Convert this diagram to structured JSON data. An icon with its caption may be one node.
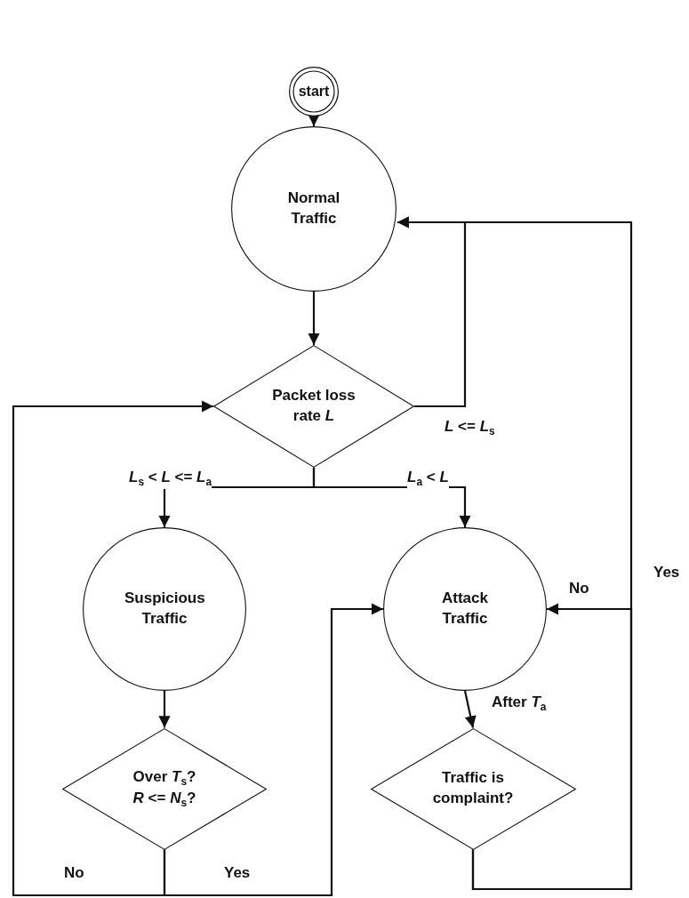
{
  "diagram": {
    "nodes": [
      {
        "text": [
          "start"
        ]
      },
      {
        "text": [
          "Normal Traffic"
        ]
      },
      {
        "text": [
          "Packet loss rate *L*"
        ]
      },
      {
        "text": [
          "Suspicious Traffic"
        ]
      },
      {
        "text": [
          "Attack Traffic"
        ]
      },
      {
        "text": [
          "Over *T*$_{s}$? *R* <= *N*$_{s}$?"
        ]
      },
      {
        "text": [
          "Traffic is complaint?"
        ]
      }
    ],
    "edges": [
      {
        "from": 0,
        "to": 1,
        "arrow": "to"
      },
      {
        "from": 1,
        "to": 2,
        "arrow": "to"
      },
      {
        "from": 2,
        "to": 1,
        "arrow": "to",
        "label": "*L* <= *L*$_{s}$"
      },
      {
        "from": 2,
        "to": 3,
        "arrow": "to",
        "label": "*L*$_{s}$ < *L* <= *L*$_{a}$"
      },
      {
        "from": 2,
        "to": 4,
        "arrow": "to",
        "label": "*L*$_{a}$ < *L*"
      },
      {
        "from": 3,
        "to": 5,
        "arrow": "to"
      },
      {
        "from": 4,
        "to": 6,
        "arrow": "to",
        "label": "After *T*$_{a}$"
      },
      {
        "from": 5,
        "to": 2,
        "arrow": "to",
        "label": "No"
      },
      {
        "from": 5,
        "to": 4,
        "arrow": "to",
        "label": "Yes"
      },
      {
        "from": 6,
        "to": 4,
        "arrow": "to",
        "label": "No"
      },
      {
        "from": 6,
        "to": 1,
        "arrow": "to",
        "label": "Yes"
      }
    ]
  }
}
